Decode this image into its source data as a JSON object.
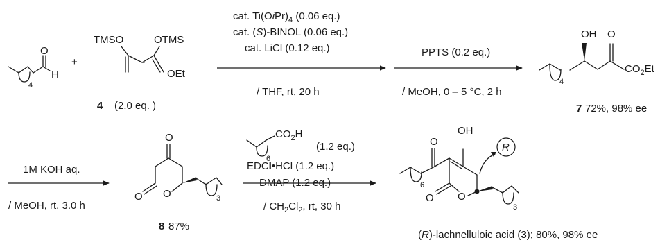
{
  "reactant_aldehyde": {
    "subscript": "4",
    "h_label": "H",
    "o_label": "O"
  },
  "plus_sign": "+",
  "diene": {
    "tms_o_left": "TMSO",
    "tms_o_right": "OTMS",
    "oet": "OEt",
    "compound_number": "4",
    "equiv": "(2.0 eq. )"
  },
  "step1": {
    "cond_line1": "cat. Ti(O",
    "cond_line1_italic": "i",
    "cond_line1_b": "Pr)",
    "cond_line1_sub": "4",
    "cond_line1_c": " (0.06 eq.)",
    "cond_line2_a": "cat. (",
    "cond_line2_italic": "S",
    "cond_line2_b": ")-BINOL (0.06 eq.)",
    "cond_line3": "cat. LiCl (0.12 eq.)",
    "below": "/ THF, rt, 20 h"
  },
  "step2": {
    "above": "PPTS (0.2 eq.)",
    "below": "/ MeOH, 0 – 5 °C, 2 h"
  },
  "product7": {
    "oh": "OH",
    "o": "O",
    "ester": "CO",
    "ester_sub": "2",
    "ester_tail": "Et",
    "subscript": "4",
    "number": "7",
    "yield": "72%, 98% ee"
  },
  "step3": {
    "above": "1M KOH aq.",
    "below": "/ MeOH, rt, 3.0 h"
  },
  "product8": {
    "o_top": "O",
    "o_carbonyl": "O",
    "o_ring": "O",
    "subscript": "3",
    "number": "8",
    "yield": "87%"
  },
  "step4": {
    "acid_main": "CO",
    "acid_sub": "2",
    "acid_tail": "H",
    "acid_subscript": "6",
    "acid_equiv": "(1.2 eq.)",
    "line2_a": "EDC",
    "line2_bold": "I",
    "line2_b": "•HCl (1.2 eq.)",
    "line3": "DMAP (1.2 eq.)",
    "below_a": "/ CH",
    "below_sub1": "2",
    "below_b": "Cl",
    "below_sub2": "2",
    "below_c": ", rt, 30 h"
  },
  "product3": {
    "oh": "OH",
    "o_ketone": "O",
    "o_carbonyl": "O",
    "o_ring": "O",
    "chain_subscript": "6",
    "alkyl_subscript": "3",
    "config_label": "R",
    "caption_a": "(",
    "caption_italic": "R",
    "caption_b": ")-lachnelluloic acid (",
    "caption_bold": "3",
    "caption_c": "); 80%, 98% ee"
  }
}
